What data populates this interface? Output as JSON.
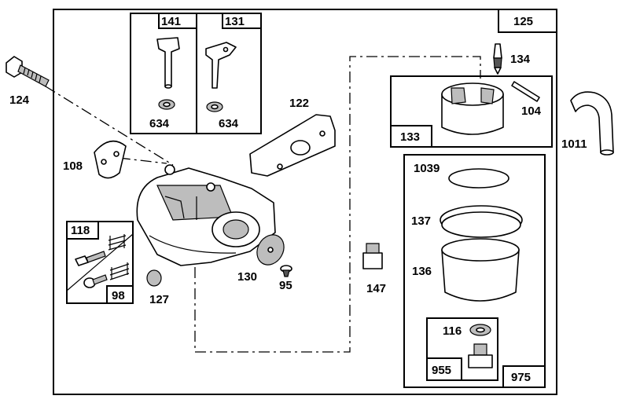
{
  "callouts": {
    "c124": "124",
    "c141": "141",
    "c131": "131",
    "c634a": "634",
    "c634b": "634",
    "c125": "125",
    "c134": "134",
    "c104": "104",
    "c133": "133",
    "c1011": "1011",
    "c122": "122",
    "c108": "108",
    "c1039": "1039",
    "c137": "137",
    "c118": "118",
    "c98": "98",
    "c127": "127",
    "c130": "130",
    "c95": "95",
    "c147": "147",
    "c136": "136",
    "c116": "116",
    "c955": "955",
    "c975": "975"
  }
}
